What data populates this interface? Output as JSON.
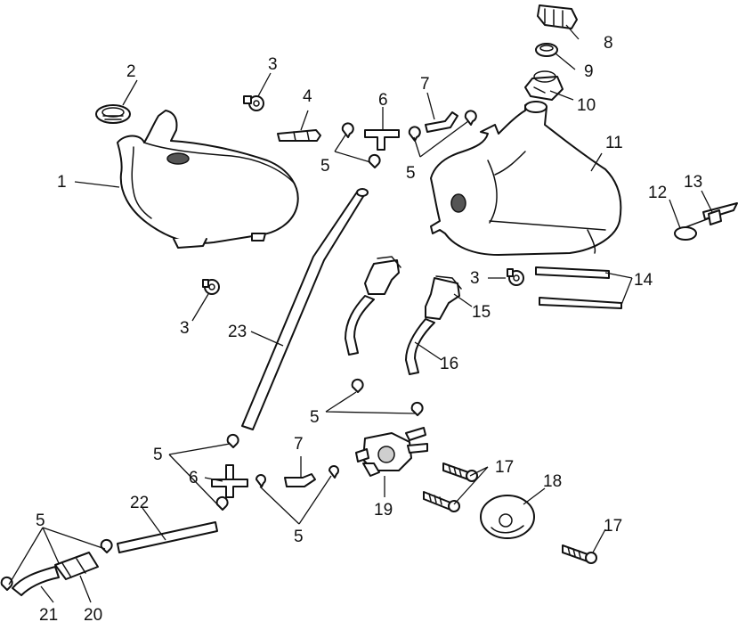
{
  "callouts": {
    "c1": "1",
    "c2": "2",
    "c3a": "3",
    "c3b": "3",
    "c3c": "3",
    "c4": "4",
    "c5a": "5",
    "c5b": "5",
    "c5c": "5",
    "c5d": "5",
    "c5e": "5",
    "c5f": "5",
    "c6a": "6",
    "c6b": "6",
    "c7a": "7",
    "c7b": "7",
    "c8": "8",
    "c9": "9",
    "c10": "10",
    "c11": "11",
    "c12": "12",
    "c13": "13",
    "c14": "14",
    "c15": "15",
    "c16": "16",
    "c17a": "17",
    "c17b": "17",
    "c18": "18",
    "c19": "19",
    "c20": "20",
    "c21": "21",
    "c22": "22",
    "c23": "23"
  }
}
